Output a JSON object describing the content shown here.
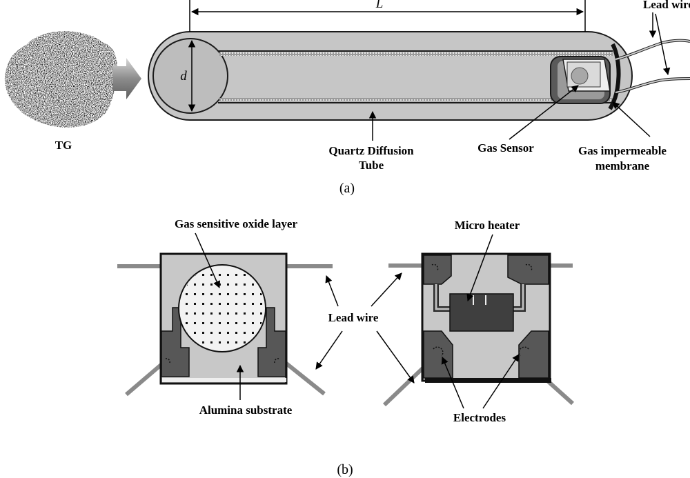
{
  "labels": {
    "tg": "TG",
    "length": "L",
    "diameter": "d",
    "lead_wires": "Lead wires",
    "quartz_tube_1": "Quartz Diffusion",
    "quartz_tube_2": "Tube",
    "gas_sensor": "Gas Sensor",
    "membrane_1": "Gas impermeable",
    "membrane_2": "membrane",
    "caption_a": "(a)",
    "oxide_layer": "Gas sensitive oxide layer",
    "micro_heater": "Micro heater",
    "lead_wire": "Lead wire",
    "alumina": "Alumina substrate",
    "electrodes": "Electrodes",
    "caption_b": "(b)"
  },
  "colors": {
    "tube_fill": "#c6c6c6",
    "electrode": "#575757",
    "lead": "#8a8a8a",
    "heater": "#3f3f3f",
    "oxide": "#f2f2f2"
  }
}
